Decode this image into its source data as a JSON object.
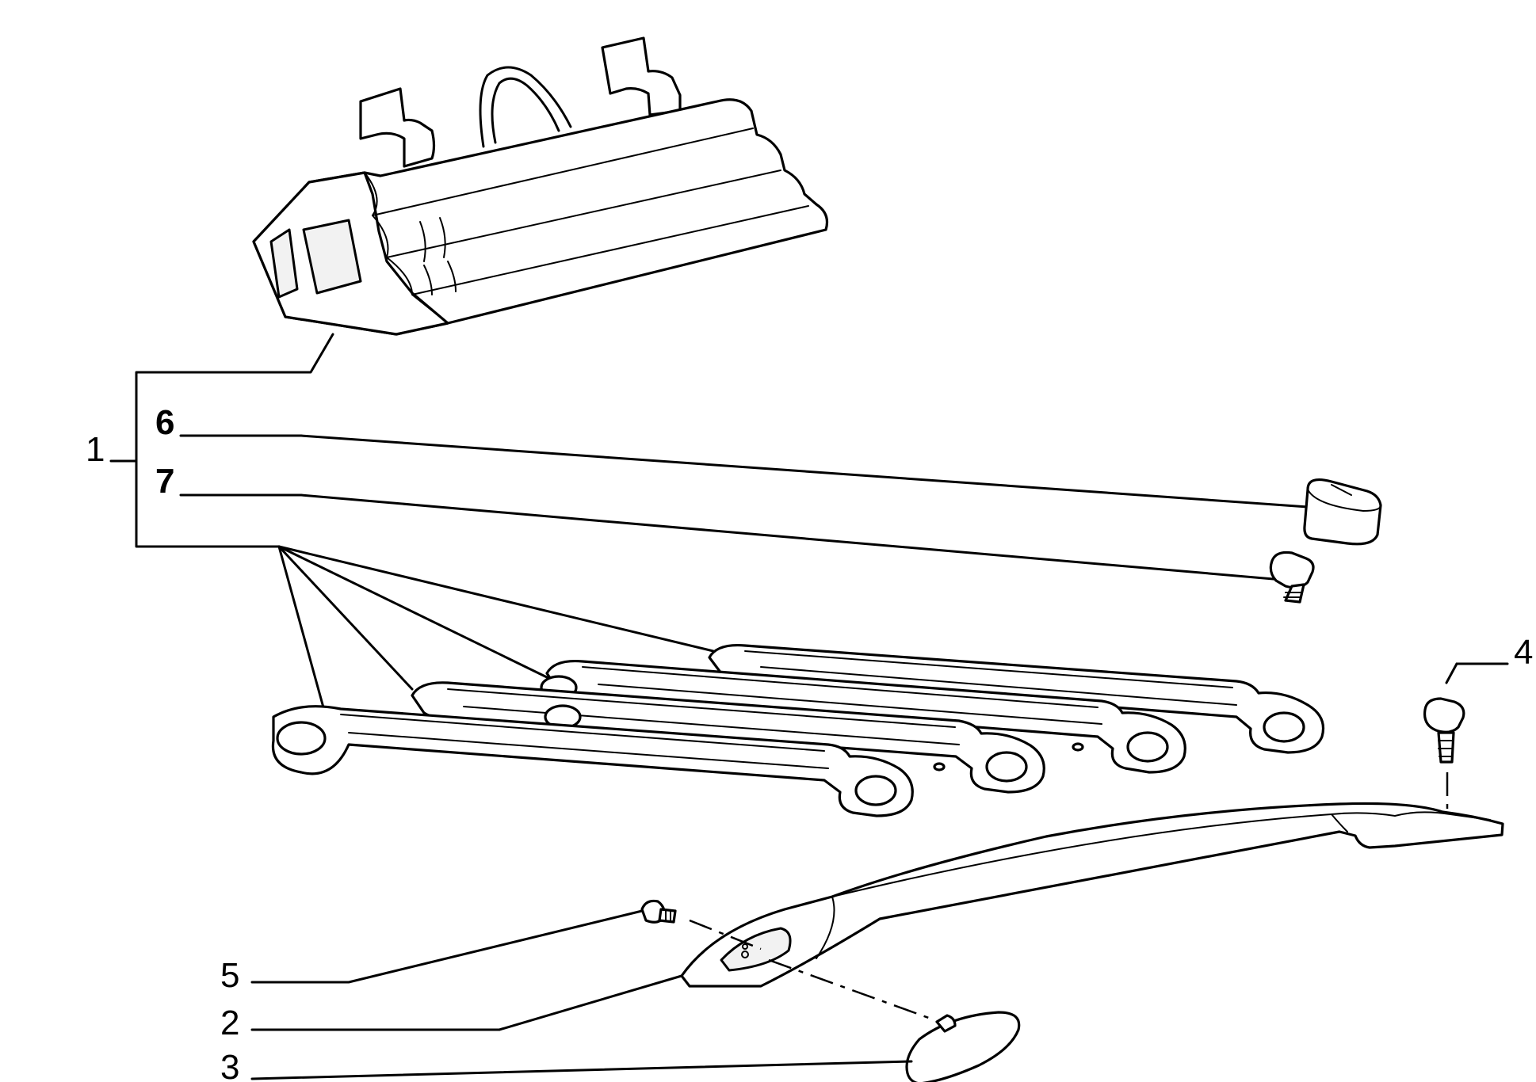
{
  "callouts": [
    {
      "id": "1",
      "label": "1"
    },
    {
      "id": "6",
      "label": "6"
    },
    {
      "id": "7",
      "label": "7"
    },
    {
      "id": "4",
      "label": "4"
    },
    {
      "id": "5",
      "label": "5"
    },
    {
      "id": "2",
      "label": "2"
    },
    {
      "id": "3",
      "label": "3"
    }
  ]
}
